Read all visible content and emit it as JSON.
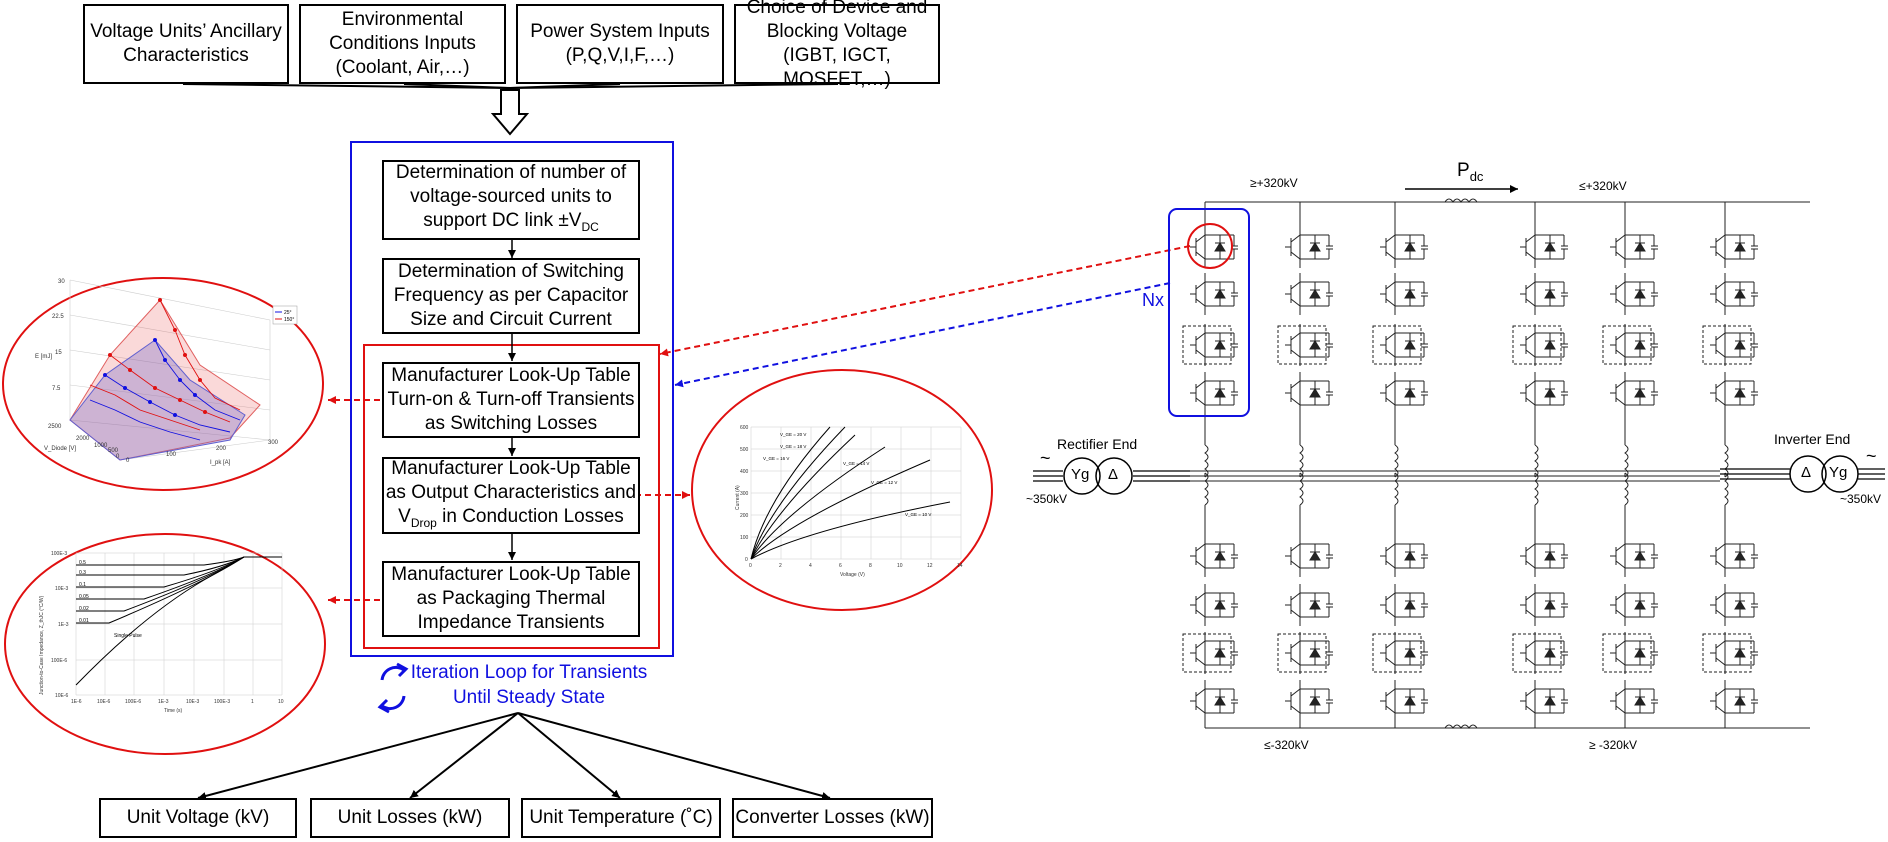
{
  "inputs": [
    {
      "lines": [
        "Voltage Units’ Ancillary",
        "Characteristics"
      ]
    },
    {
      "lines": [
        "Environmental",
        "Conditions Inputs",
        "(Coolant, Air,…)"
      ]
    },
    {
      "lines": [
        "Power System Inputs",
        "(P,Q,V,I,F,…)"
      ]
    },
    {
      "lines": [
        "Choice of Device and",
        "Blocking Voltage",
        "(IGBT, IGCT, MOSFET,…)"
      ]
    }
  ],
  "steps": {
    "step1": {
      "line1": "Determination of number of",
      "line2": "voltage-sourced units to",
      "line3_prefix": "support DC link ±V",
      "line3_sub": "DC"
    },
    "step2": {
      "lines": [
        "Determination of Switching",
        "Frequency as per Capacitor",
        "Size and Circuit Current"
      ]
    },
    "step3": {
      "lines": [
        "Manufacturer Look-Up Table",
        "Turn-on & Turn-off Transients",
        "as Switching Losses"
      ]
    },
    "step4": {
      "line1": "Manufacturer Look-Up Table",
      "line2": "as Output Characteristics and",
      "line3_prefix": "V",
      "line3_sub": "Drop",
      "line3_suffix": " in Conduction Losses"
    },
    "step5": {
      "lines": [
        "Manufacturer Look-Up Table",
        "as Packaging Thermal",
        "Impedance Transients"
      ]
    }
  },
  "iteration": {
    "lines": [
      "Iteration Loop for Transients",
      "Until Steady State"
    ]
  },
  "outputs": [
    "Unit Voltage (kV)",
    "Unit Losses (kW)",
    "Unit Temperature (˚C)",
    "Converter Losses (kW)"
  ],
  "circuit": {
    "top_left_voltage": "≥+320kV",
    "top_right_voltage": "≤+320kV",
    "bottom_left_voltage": "≤-320kV",
    "bottom_right_voltage": "≥ -320kV",
    "pdc_main": "P",
    "pdc_sub": "dc",
    "nx_label": "Nx",
    "rectifier_label": "Rectifier End",
    "inverter_label": "Inverter End",
    "left_ac_voltage": "~350kV",
    "right_ac_voltage": "~350kV",
    "yg_symbol": "Yg",
    "delta_symbol": "Δ",
    "ac_symbol": "~"
  },
  "mini_charts": {
    "switching_3d": {
      "z_ticks": [
        "30",
        "22.5",
        "15",
        "7.5"
      ],
      "z_label": "E [mJ]",
      "v_ticks": [
        "2500",
        "2000",
        "1000",
        "500",
        "0"
      ],
      "v_label": "V_Diode [V]",
      "i_ticks": [
        "0",
        "100",
        "200",
        "300"
      ],
      "i_label": "I_pk [A]",
      "legend": [
        "25°",
        "150°"
      ]
    },
    "thermal": {
      "y_label": "Junction-to-Case Impedance, Z_thJC (°C/W)",
      "x_label": "Time (s)",
      "y_ticks": [
        "100E-3",
        "10E-3",
        "1E-3",
        "100E-6",
        "10E-6"
      ],
      "x_ticks": [
        "1E-6",
        "10E-6",
        "100E-6",
        "1E-3",
        "10E-3",
        "100E-3",
        "1",
        "10"
      ],
      "curve_labels": [
        "0.5",
        "0.3",
        "0.1",
        "0.05",
        "0.02",
        "0.01"
      ],
      "single_label": "Single Pulse"
    },
    "output": {
      "y_label": "Current (A)",
      "x_label": "Voltage (V)",
      "y_ticks": [
        "600",
        "500",
        "400",
        "300",
        "200",
        "100",
        "0"
      ],
      "x_ticks": [
        "0",
        "2",
        "4",
        "6",
        "8",
        "10",
        "12",
        "14"
      ],
      "curve_labels": [
        "V_GE = 20 V",
        "V_GE = 18 V",
        "V_GE = 16 V",
        "V_GE = 14 V",
        "V_GE = 12 V",
        "V_GE = 10 V"
      ]
    }
  },
  "colors": {
    "blue": "#1010e0",
    "red": "#e01010",
    "black": "#000000"
  }
}
